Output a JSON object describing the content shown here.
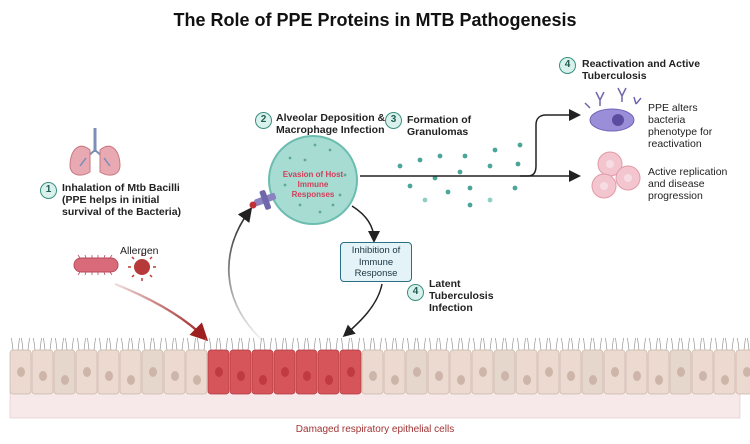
{
  "title": "The Role of PPE Proteins in MTB Pathogenesis",
  "steps": {
    "step1": {
      "number": "1",
      "label": "Inhalation of Mtb Bacilli\n(PPE helps in initial\nsurvival of the Bacteria)"
    },
    "step2": {
      "number": "2",
      "label": "Alveolar Deposition &\nMacrophage Infection"
    },
    "step3": {
      "number": "3",
      "label": "Formation of\nGranulomas"
    },
    "step4_latent": {
      "number": "4",
      "label": "Latent\nTuberculosis\nInfection"
    },
    "step4_reactivation": {
      "number": "4",
      "label": "Reactivation and Active\nTuberculosis"
    }
  },
  "allergen_label": "Allergen",
  "macrophage_text": "Evasion of Host\nImmune\nResponses",
  "inhibition_box": "Inhibition of\nImmune\nResponse",
  "outcomes": {
    "ppe_alters": "PPE alters\nbacteria\nphenotype for\nreactivation",
    "active_replication": "Active replication\nand disease\nprogression"
  },
  "epithelium_label": "Damaged respiratory epithelial cells",
  "colors": {
    "badge_fill": "#d9f1ec",
    "badge_stroke": "#3a8f80",
    "macrophage": "#9fdacf",
    "granuloma_dot": "#4aa699",
    "damaged_cell": "#d5555a",
    "healthy_cell": "#ecd9cf",
    "arrow_red": "#9e1f1f",
    "evasion_text": "#d0405a"
  },
  "icons": [
    "lungs-icon",
    "bacillus-icon",
    "allergen-icon",
    "macrophage-icon",
    "antibody-icon",
    "bacterium-icon",
    "replicating-cells-icon"
  ]
}
